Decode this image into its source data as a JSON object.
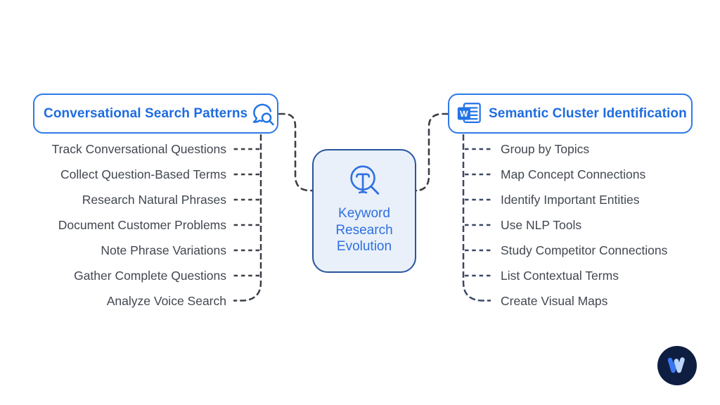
{
  "diagram": {
    "center": {
      "label": "Keyword Research Evolution"
    },
    "left": {
      "title": "Conversational Search Patterns",
      "items": [
        "Track Conversational Questions",
        "Collect Question-Based Terms",
        "Research Natural Phrases",
        "Document Customer Problems",
        "Note Phrase Variations",
        "Gather Complete Questions",
        "Analyze Voice Search"
      ]
    },
    "right": {
      "title": "Semantic Cluster Identification",
      "icon_letter": "W",
      "items": [
        "Group by Topics",
        "Map Concept Connections",
        "Identify Important Entities",
        "Use NLP Tools",
        "Study Competitor Connections",
        "List Contextual Terms",
        "Create Visual Maps"
      ]
    },
    "colors": {
      "accent_blue": "#2e7ae8",
      "header_text_blue": "#1e6ce0",
      "center_border": "#27549f",
      "center_fill": "#e9f0f9",
      "center_text": "#2e6fe2",
      "item_text": "#424750",
      "connector_dark": "#3b3f46",
      "connector_navy": "#3a4766",
      "logo_circle": "#0e1e41",
      "logo_blue": "#3b76f2",
      "logo_light": "#bcd6fb"
    }
  }
}
